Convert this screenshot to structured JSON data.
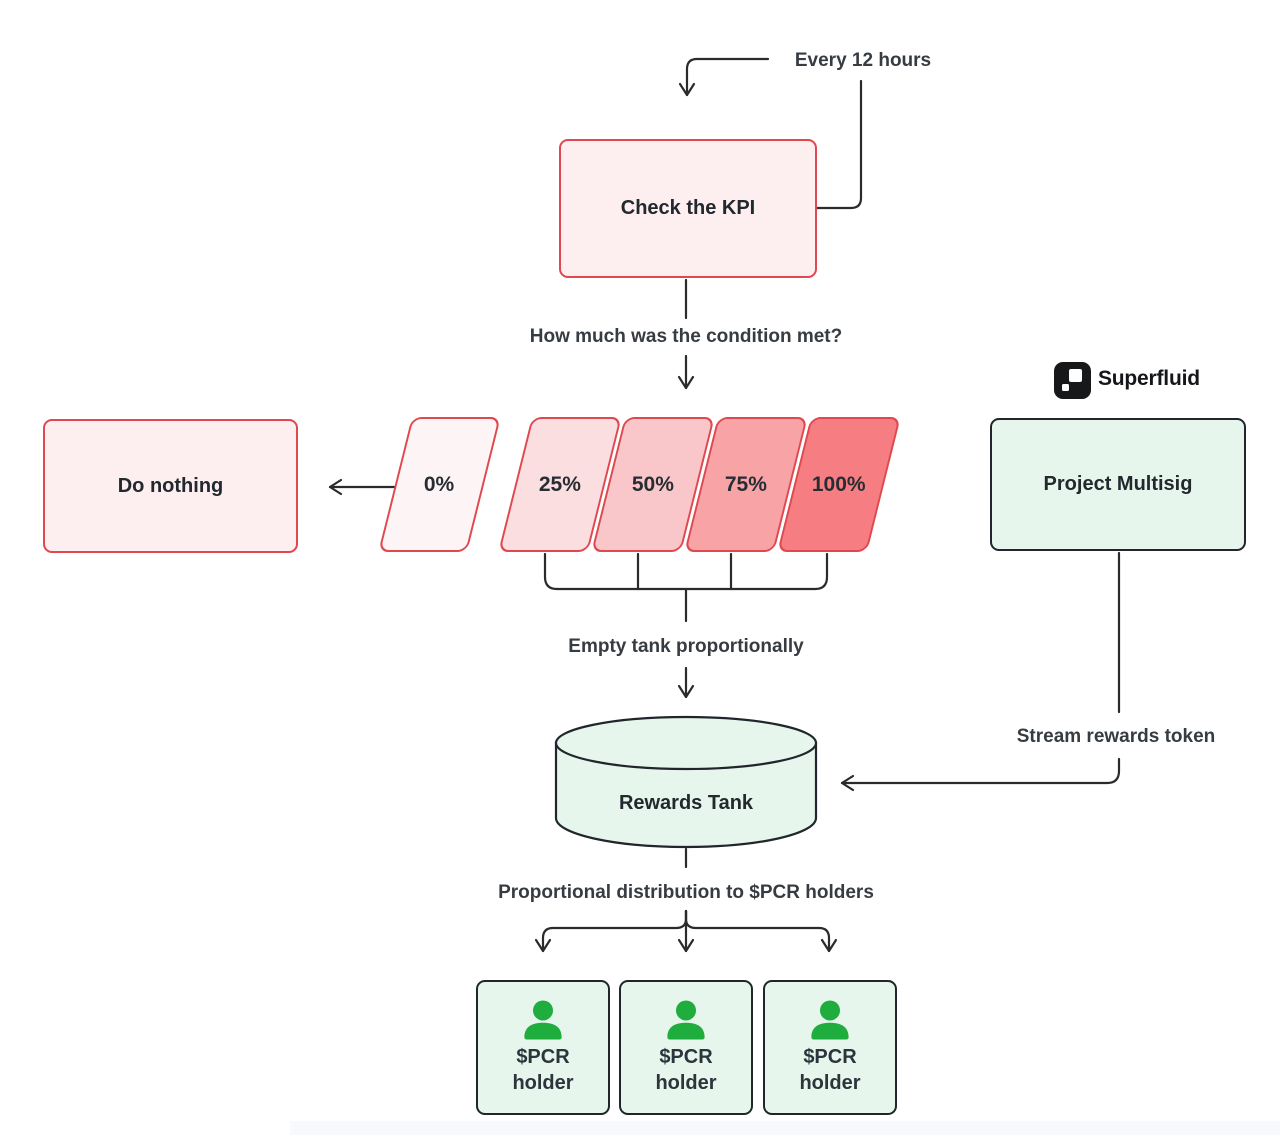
{
  "labels": {
    "every_12_hours": "Every 12 hours",
    "check_kpi": "Check the KPI",
    "condition_question": "How much was the condition met?",
    "do_nothing": "Do nothing",
    "superfluid": "Superfluid",
    "project_multisig": "Project Multisig",
    "empty_tank": "Empty tank proportionally",
    "rewards_tank": "Rewards Tank",
    "stream_rewards": "Stream rewards token",
    "distribution": "Proportional distribution to $PCR holders"
  },
  "percentages": [
    {
      "label": "0%"
    },
    {
      "label": "25%"
    },
    {
      "label": "50%"
    },
    {
      "label": "75%"
    },
    {
      "label": "100%"
    }
  ],
  "holders": [
    {
      "line1": "$PCR",
      "line2": "holder"
    },
    {
      "line1": "$PCR",
      "line2": "holder"
    },
    {
      "line1": "$PCR",
      "line2": "holder"
    }
  ],
  "colors": {
    "red_border": "#e0484f",
    "pink_fill": "#fdeef0",
    "percent_fills": [
      "#fdf4f5",
      "#fbdee0",
      "#f9c7c9",
      "#f8a4a7",
      "#f67e82"
    ],
    "green_fill": "#e7f6ec",
    "dark_border": "#20262b",
    "line": "#2b2b2b",
    "holder_icon_green": "#1fad3e",
    "superfluid_black": "#16181a"
  }
}
